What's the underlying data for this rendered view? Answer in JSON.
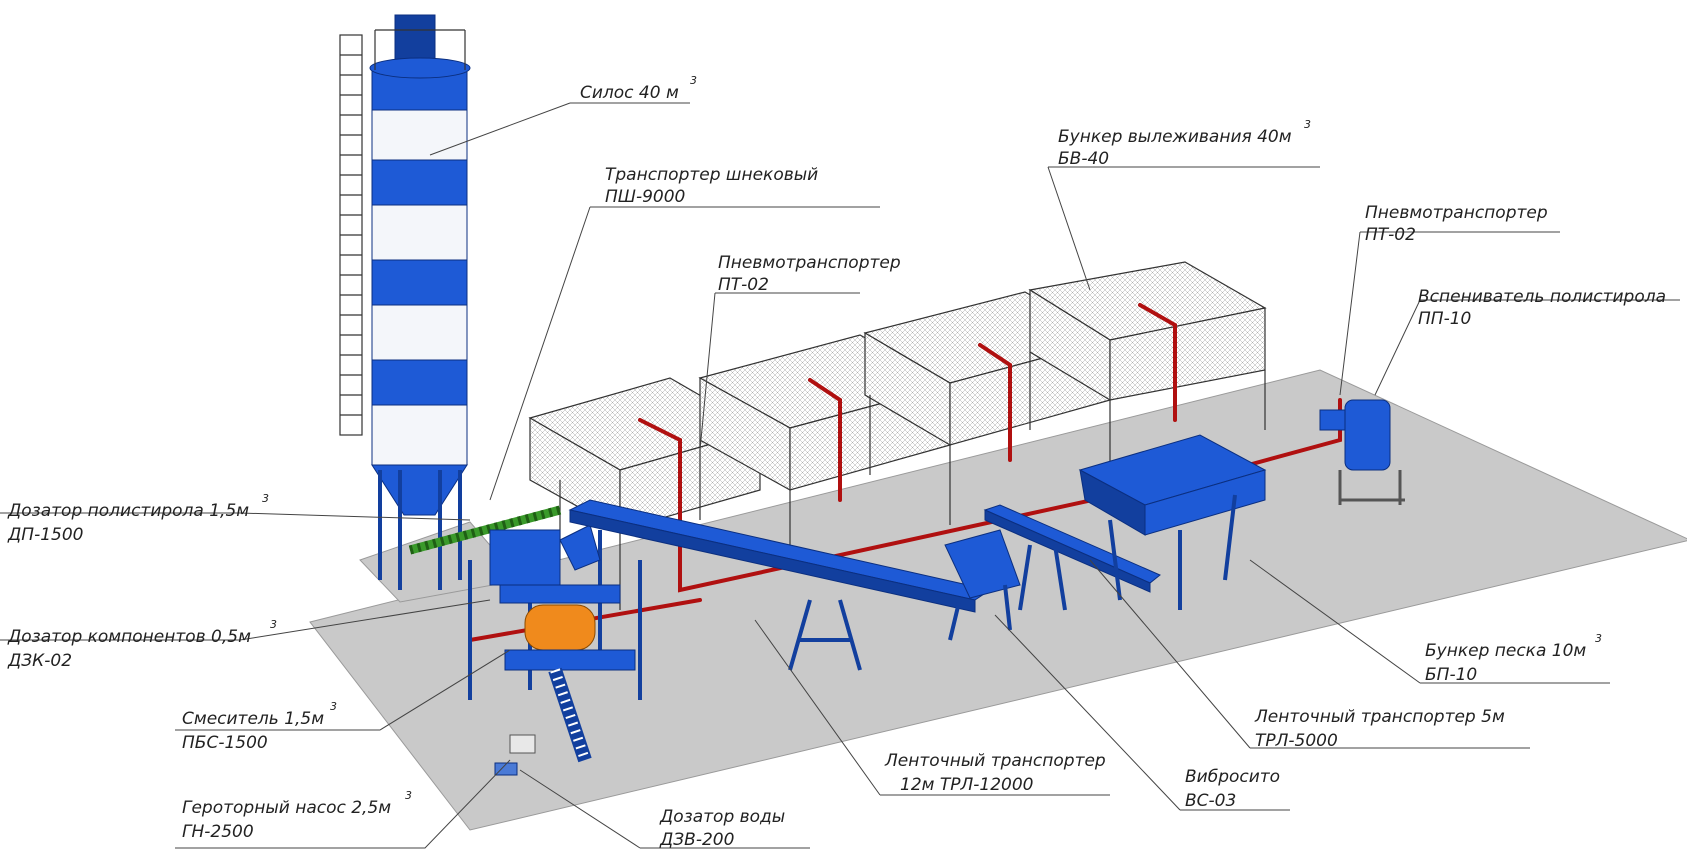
{
  "labels": {
    "silo": {
      "line1": "Силос 40 м",
      "line1_sup": "3"
    },
    "screw_conveyor": {
      "line1": "Транспортер шнековый",
      "line2": "ПШ-9000"
    },
    "pneumo_center": {
      "line1": "Пневмотранспортер",
      "line2": "ПТ-02"
    },
    "aging_bunker": {
      "line1": "Бункер вылеживания 40м",
      "line1_sup": "3",
      "line2": "БВ-40"
    },
    "pneumo_right": {
      "line1": "Пневмотранспортер",
      "line2": "ПТ-02"
    },
    "foamer": {
      "line1": "Вспениватель полистирола",
      "line2": "ПП-10"
    },
    "polystyrene_doser": {
      "line1": "Дозатор полистирола 1,5м",
      "line1_sup": "3",
      "line2": "ДП-1500"
    },
    "component_doser": {
      "line1": "Дозатор компонентов 0,5м",
      "line1_sup": "3",
      "line2": "ДЗК-02"
    },
    "mixer": {
      "line1": "Смеситель 1,5м",
      "line1_sup": "3",
      "line2": "ПБС-1500"
    },
    "gerotor_pump": {
      "line1": "Героторный насос 2,5м",
      "line1_sup": "3",
      "line2": "ГН-2500"
    },
    "water_doser": {
      "line1": "Дозатор воды",
      "line2": "ДЗВ-200"
    },
    "belt_12": {
      "line1": "Ленточный транспортер",
      "line2": "12м ТРЛ-12000"
    },
    "vibrosieve": {
      "line1": "Вибросито",
      "line2": "ВС-03"
    },
    "belt_5": {
      "line1": "Ленточный транспортер 5м",
      "line2": "ТРЛ-5000"
    },
    "sand_bunker": {
      "line1": "Бункер песка 10м",
      "line1_sup": "3",
      "line2": "БП-10"
    }
  },
  "colors": {
    "equipment_blue": "#1e5ad6",
    "pipe_red": "#b01010",
    "mixer_orange": "#f08a1c",
    "screw_green": "#3a9a2a",
    "floor_gray": "#c9c9c9"
  }
}
